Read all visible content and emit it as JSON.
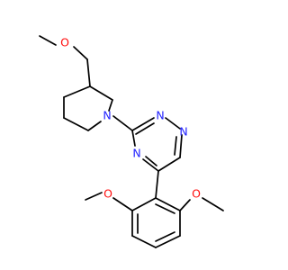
{
  "colors": {
    "background": "#ffffff",
    "bond": "#000000",
    "nitrogen": "#2222ff",
    "oxygen": "#ff0d0d"
  },
  "atoms": {
    "o_top": "O",
    "n_piperidine": "N",
    "n_triazine_1": "N",
    "n_triazine_2": "N",
    "n_triazine_4": "N",
    "o_left": "O",
    "o_right": "O"
  }
}
